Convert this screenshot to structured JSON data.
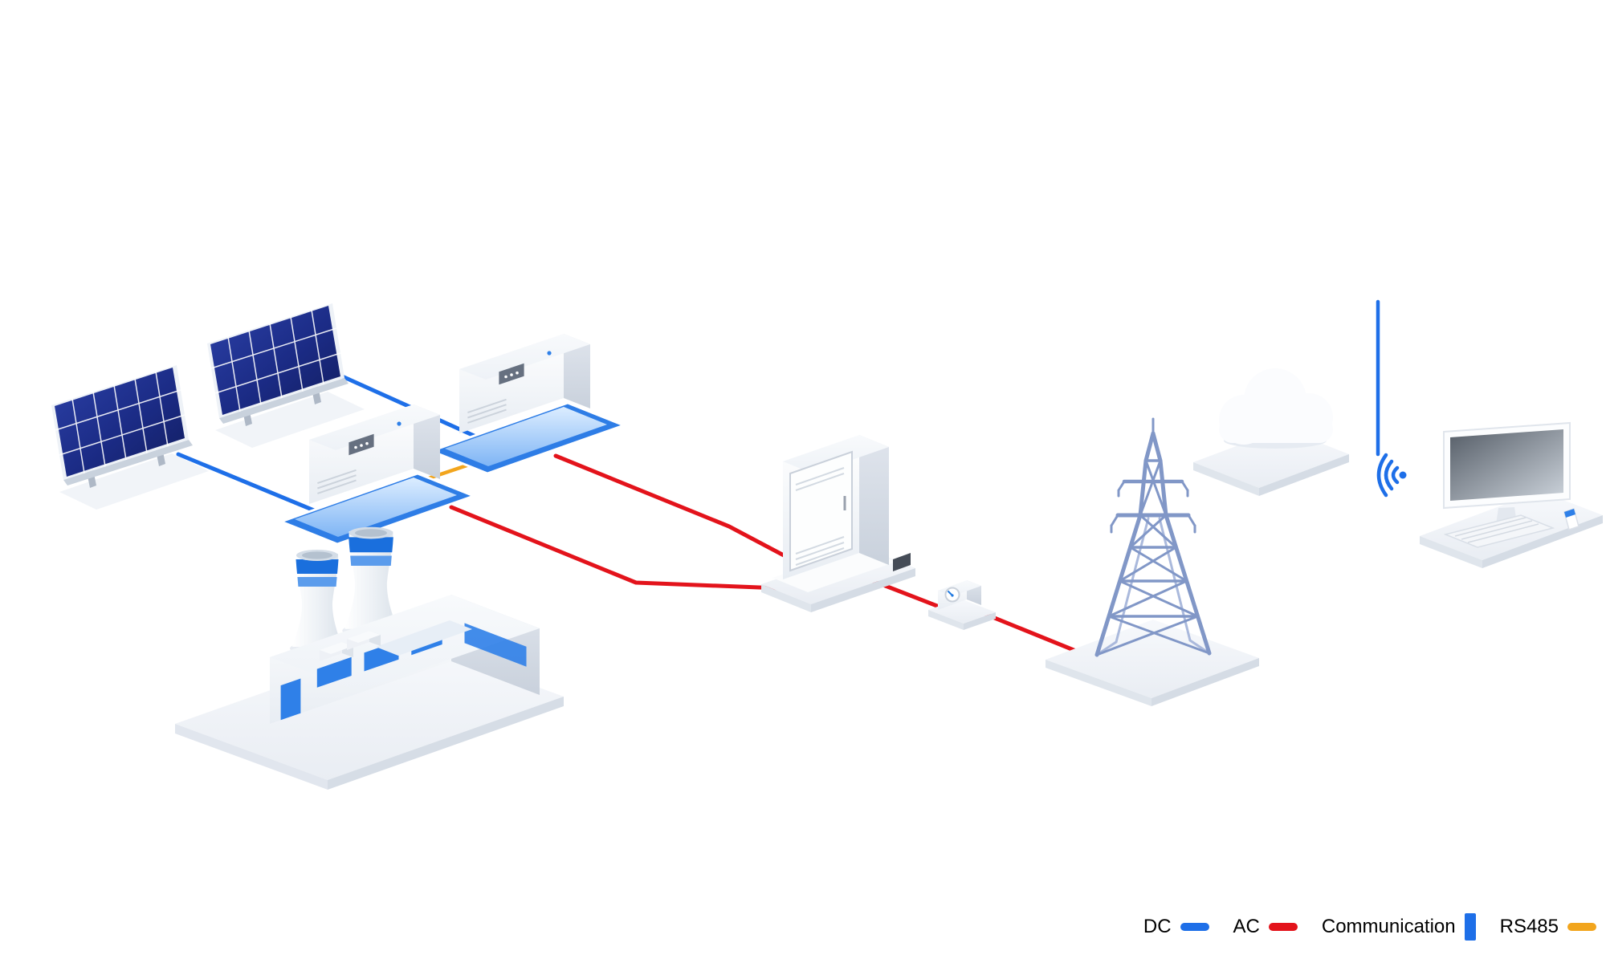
{
  "legend": {
    "items": [
      {
        "label": "DC",
        "swatch": "dash",
        "color": "#1e6fe8"
      },
      {
        "label": "AC",
        "swatch": "dash",
        "color": "#e3131b"
      },
      {
        "label": "Communication",
        "swatch": "bar",
        "color": "#1e6fe8"
      },
      {
        "label": "RS485",
        "swatch": "dash",
        "color": "#f2a51d"
      }
    ]
  },
  "colors": {
    "dc_line": "#1e6fe8",
    "ac_line": "#e3131b",
    "communication_line": "#1e6fe8",
    "rs485_line": "#f2a51d",
    "accent_blue": "#2f80e8",
    "solar_cell_blue": "#1b2b85"
  },
  "diagram": {
    "nodes": [
      {
        "id": "solar-array-1",
        "icon": "solar-panel-icon"
      },
      {
        "id": "solar-array-2",
        "icon": "solar-panel-icon"
      },
      {
        "id": "inverter-1",
        "icon": "inverter-icon"
      },
      {
        "id": "inverter-2",
        "icon": "inverter-icon"
      },
      {
        "id": "power-plant-building",
        "icon": "factory-icon"
      },
      {
        "id": "transformer-cabinet",
        "icon": "cabinet-icon"
      },
      {
        "id": "energy-meter",
        "icon": "meter-icon"
      },
      {
        "id": "transmission-tower",
        "icon": "pylon-icon"
      },
      {
        "id": "cloud-service",
        "icon": "cloud-icon"
      },
      {
        "id": "wireless-signal",
        "icon": "wifi-icon"
      },
      {
        "id": "monitoring-pc",
        "icon": "monitor-icon"
      }
    ],
    "links": [
      {
        "from": "solar-array-1",
        "to": "inverter-1",
        "type": "DC"
      },
      {
        "from": "solar-array-2",
        "to": "inverter-2",
        "type": "DC"
      },
      {
        "from": "inverter-1",
        "to": "inverter-2",
        "type": "RS485"
      },
      {
        "from": "inverter-1",
        "to": "transformer-cabinet",
        "type": "AC"
      },
      {
        "from": "inverter-2",
        "to": "transformer-cabinet",
        "type": "AC"
      },
      {
        "from": "transformer-cabinet",
        "to": "energy-meter",
        "type": "AC"
      },
      {
        "from": "energy-meter",
        "to": "transmission-tower",
        "type": "AC"
      },
      {
        "from": "cloud-service",
        "to": "monitoring-pc",
        "type": "Communication"
      }
    ]
  }
}
